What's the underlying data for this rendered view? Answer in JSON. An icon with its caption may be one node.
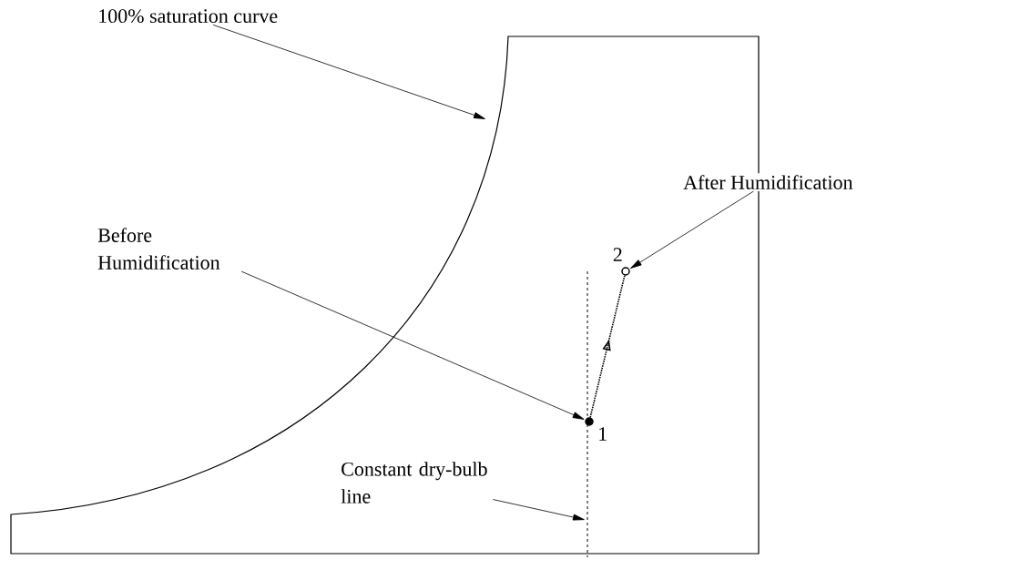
{
  "diagram": {
    "nodes": [
      {
        "text": [
          "100% saturation curve"
        ]
      },
      {
        "text": [
          "After Humidification"
        ]
      },
      {
        "text": [
          "Before Humidification"
        ]
      },
      {
        "text": [
          "Constant dry-bulb line"
        ]
      },
      {
        "text": [],
        "shape": "circle",
        "beside": [
          "2"
        ]
      },
      {
        "text": [],
        "shape": "circle",
        "beside": [
          "1"
        ]
      }
    ],
    "edges": [
      {
        "from": 0,
        "to": null,
        "arrow": "to"
      },
      {
        "from": 1,
        "to": 4,
        "arrow": "to"
      },
      {
        "from": 2,
        "to": 5,
        "arrow": "to"
      },
      {
        "from": 3,
        "to": null,
        "arrow": "to"
      },
      {
        "from": 5,
        "to": 4,
        "arrow": "to",
        "style": "dashed"
      }
    ]
  }
}
